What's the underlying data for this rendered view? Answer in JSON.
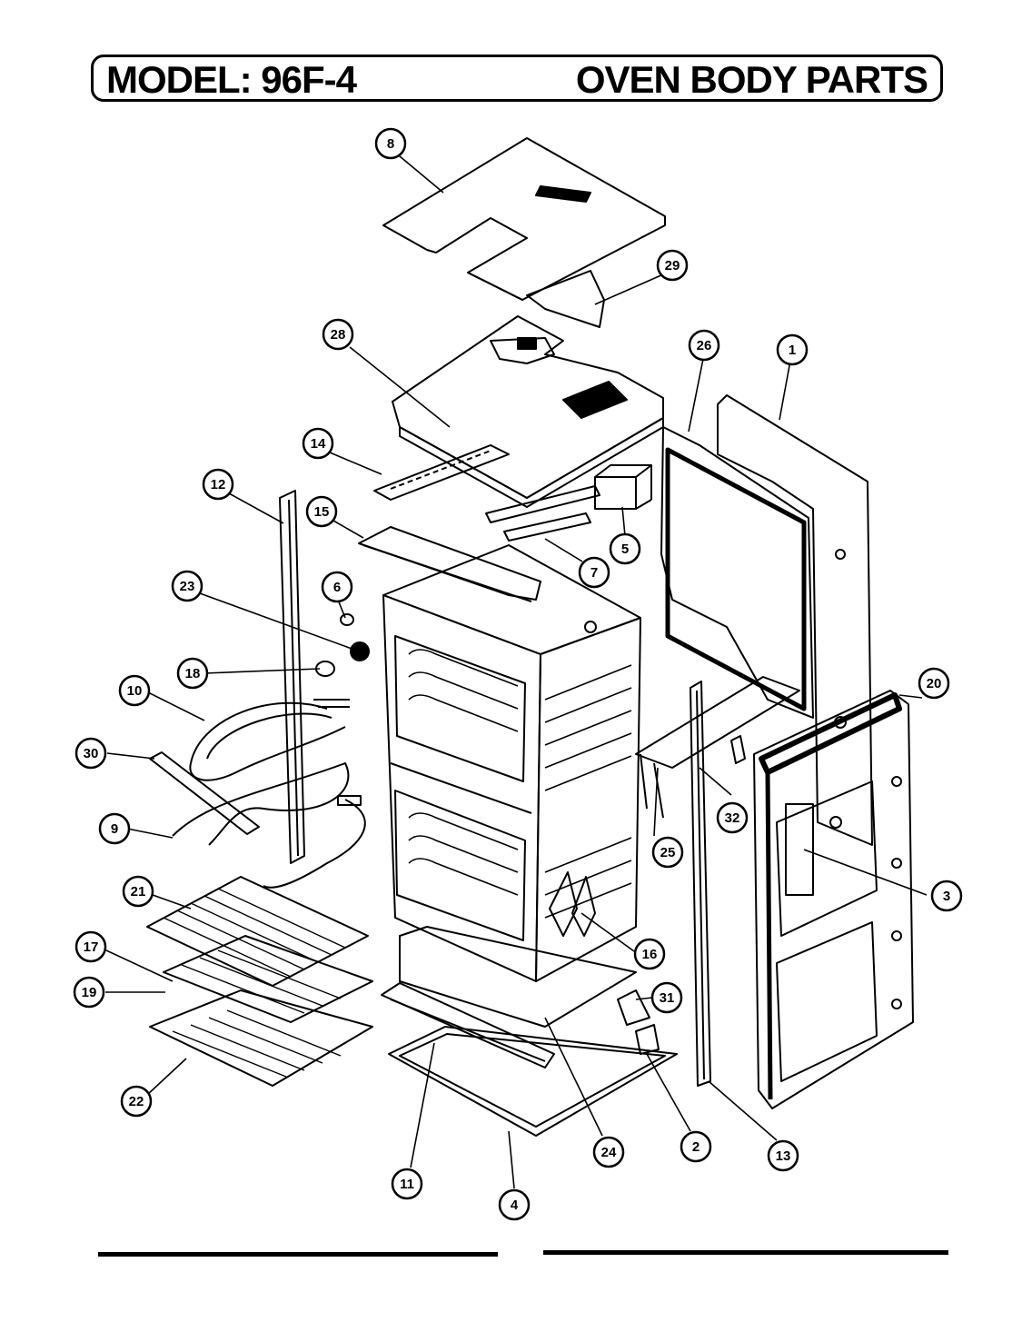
{
  "header": {
    "model_label": "MODEL: 96F-4",
    "section_label": "OVEN BODY PARTS"
  },
  "callouts": [
    {
      "id": "8",
      "label": "8"
    },
    {
      "id": "29",
      "label": "29"
    },
    {
      "id": "28",
      "label": "28"
    },
    {
      "id": "26",
      "label": "26"
    },
    {
      "id": "1",
      "label": "1"
    },
    {
      "id": "14",
      "label": "14"
    },
    {
      "id": "12",
      "label": "12"
    },
    {
      "id": "15",
      "label": "15"
    },
    {
      "id": "5",
      "label": "5"
    },
    {
      "id": "7",
      "label": "7"
    },
    {
      "id": "23",
      "label": "23"
    },
    {
      "id": "6",
      "label": "6"
    },
    {
      "id": "18",
      "label": "18"
    },
    {
      "id": "10",
      "label": "10"
    },
    {
      "id": "20",
      "label": "20"
    },
    {
      "id": "30",
      "label": "30"
    },
    {
      "id": "9",
      "label": "9"
    },
    {
      "id": "32",
      "label": "32"
    },
    {
      "id": "25",
      "label": "25"
    },
    {
      "id": "3",
      "label": "3"
    },
    {
      "id": "21",
      "label": "21"
    },
    {
      "id": "17",
      "label": "17"
    },
    {
      "id": "16",
      "label": "16"
    },
    {
      "id": "19",
      "label": "19"
    },
    {
      "id": "31",
      "label": "31"
    },
    {
      "id": "22",
      "label": "22"
    },
    {
      "id": "24",
      "label": "24"
    },
    {
      "id": "2",
      "label": "2"
    },
    {
      "id": "13",
      "label": "13"
    },
    {
      "id": "11",
      "label": "11"
    },
    {
      "id": "4",
      "label": "4"
    }
  ]
}
